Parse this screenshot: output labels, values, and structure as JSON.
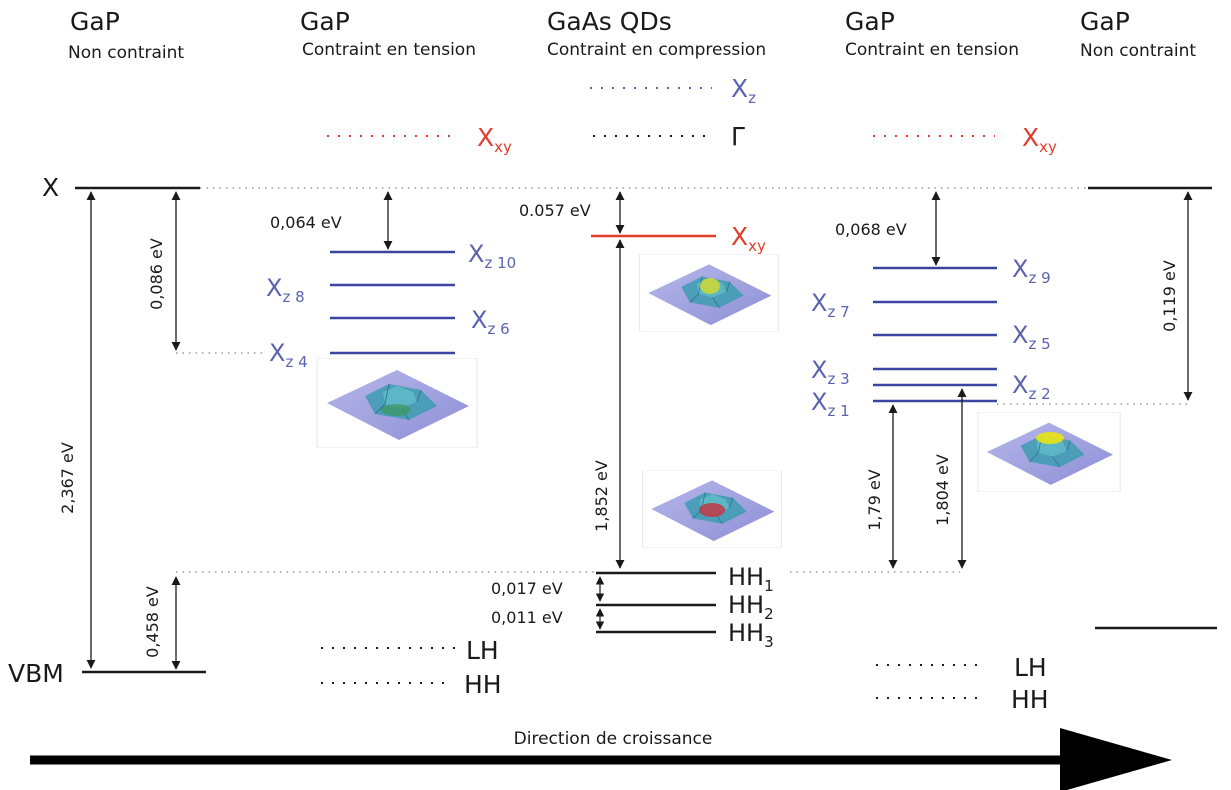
{
  "columns": [
    {
      "title": "GaP",
      "subtitle": "Non contraint"
    },
    {
      "title": "GaP",
      "subtitle": "Contraint en tension"
    },
    {
      "title": "GaAs QDs",
      "subtitle": "Contraint en compression"
    },
    {
      "title": "GaP",
      "subtitle": "Contraint en tension"
    },
    {
      "title": "GaP",
      "subtitle": "Non contraint"
    }
  ],
  "band_labels": {
    "x": "X",
    "vbm": "VBM",
    "gamma": "Γ",
    "xz_base": "X",
    "xz_sub": "z",
    "xxy_base": "X",
    "xxy_sub": "xy",
    "lh": "LH",
    "hh": "HH",
    "hh1_base": "HH",
    "hh1_sub": "1",
    "hh2_base": "HH",
    "hh2_sub": "2",
    "hh3_base": "HH",
    "hh3_sub": "3"
  },
  "xz_levels_left": [
    {
      "sub": "z 10"
    },
    {
      "sub": "z 8"
    },
    {
      "sub": "z 6"
    },
    {
      "sub": "z 4"
    }
  ],
  "xz_levels_right": [
    {
      "sub": "z 9"
    },
    {
      "sub": "z 7"
    },
    {
      "sub": "z 5"
    },
    {
      "sub": "z 3"
    },
    {
      "sub": "z 2"
    },
    {
      "sub": "z 1"
    }
  ],
  "energies": {
    "gap_unstrained": "2,367 eV",
    "left_vb_split": "0,458 eV",
    "left_x_split": "0,086 eV",
    "left_offset": "0,064 eV",
    "qd_offset": "0.057 eV",
    "qd_gap": "1,852 eV",
    "hh12": "0,017 eV",
    "hh23": "0,011 eV",
    "right_offset": "0,068 eV",
    "right_x_split": "0,119 eV",
    "trans_1": "1,79 eV",
    "trans_2": "1,804 eV"
  },
  "axis": {
    "label": "Direction de croissance"
  },
  "colors": {
    "blue": "#3c44a0",
    "red": "#e23d2b",
    "black": "#1a1a1a"
  }
}
